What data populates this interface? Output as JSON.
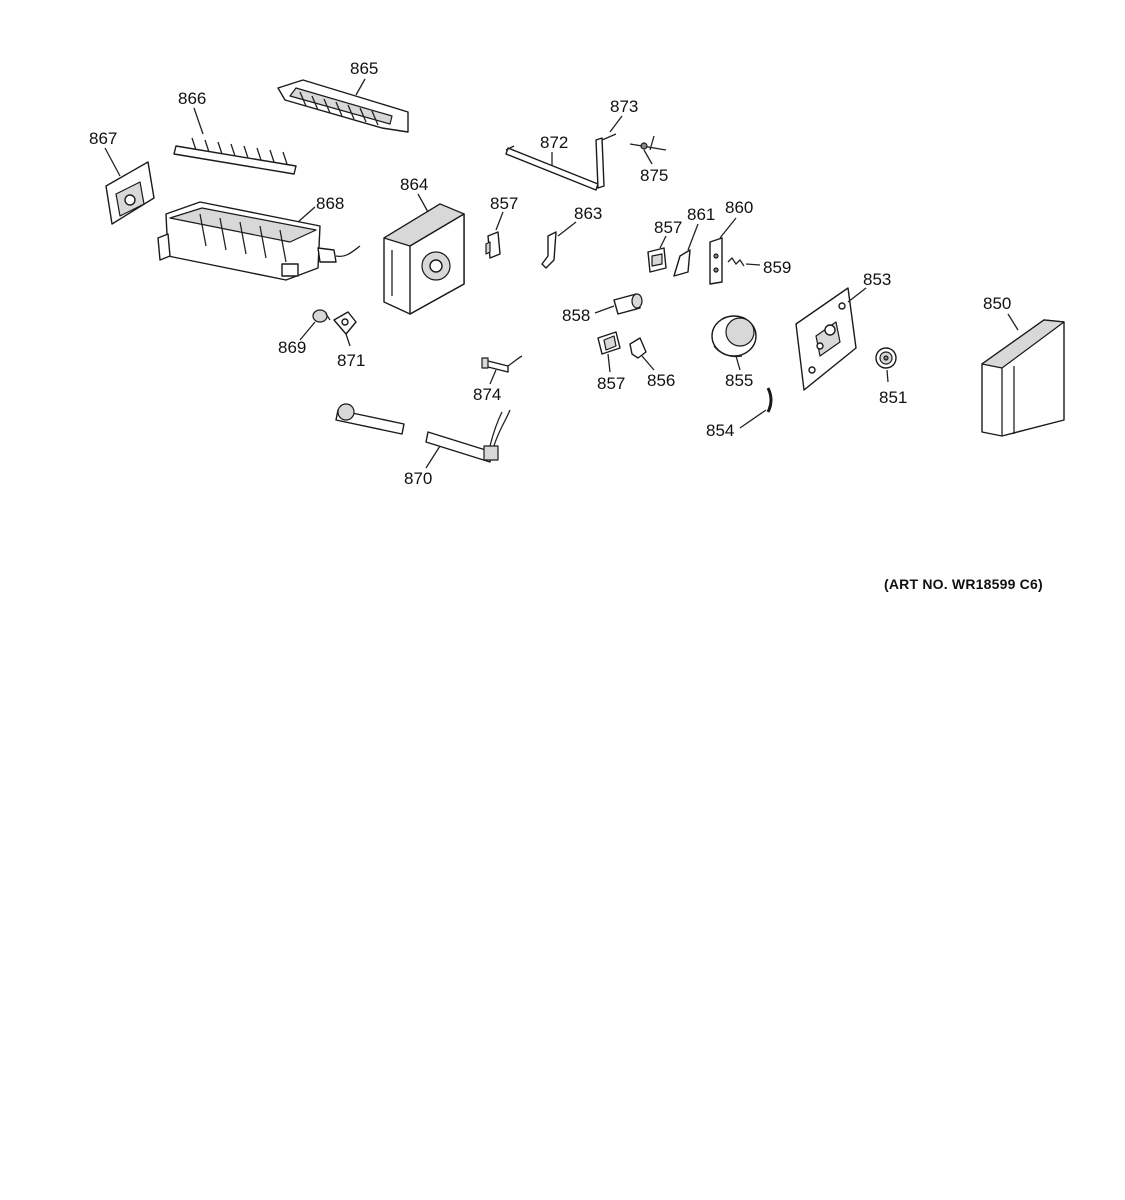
{
  "art_number": "(ART NO. WR18599 C6)",
  "parts": [
    {
      "id": "850",
      "label": "850"
    },
    {
      "id": "851",
      "label": "851"
    },
    {
      "id": "853",
      "label": "853"
    },
    {
      "id": "854",
      "label": "854"
    },
    {
      "id": "855",
      "label": "855"
    },
    {
      "id": "856",
      "label": "856"
    },
    {
      "id": "857a",
      "label": "857"
    },
    {
      "id": "857b",
      "label": "857"
    },
    {
      "id": "857c",
      "label": "857"
    },
    {
      "id": "858",
      "label": "858"
    },
    {
      "id": "859",
      "label": "859"
    },
    {
      "id": "860",
      "label": "860"
    },
    {
      "id": "861",
      "label": "861"
    },
    {
      "id": "863",
      "label": "863"
    },
    {
      "id": "864",
      "label": "864"
    },
    {
      "id": "865",
      "label": "865"
    },
    {
      "id": "866",
      "label": "866"
    },
    {
      "id": "867",
      "label": "867"
    },
    {
      "id": "868",
      "label": "868"
    },
    {
      "id": "869",
      "label": "869"
    },
    {
      "id": "870",
      "label": "870"
    },
    {
      "id": "871",
      "label": "871"
    },
    {
      "id": "872",
      "label": "872"
    },
    {
      "id": "873",
      "label": "873"
    },
    {
      "id": "874",
      "label": "874"
    },
    {
      "id": "875",
      "label": "875"
    }
  ]
}
